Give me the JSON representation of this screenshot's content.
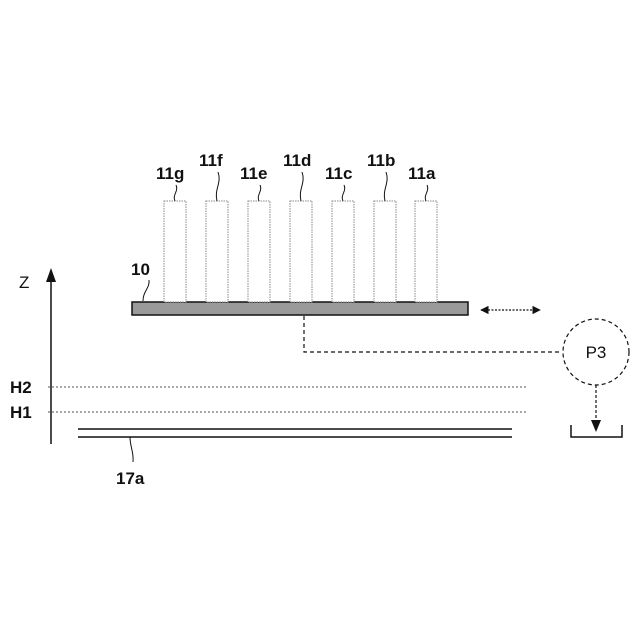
{
  "labels": {
    "axis": "Z",
    "plate": "10",
    "h2": "H2",
    "h1": "H1",
    "base": "17a",
    "pump": "P3",
    "pipes": [
      "11g",
      "11f",
      "11e",
      "11d",
      "11c",
      "11b",
      "11a"
    ]
  }
}
